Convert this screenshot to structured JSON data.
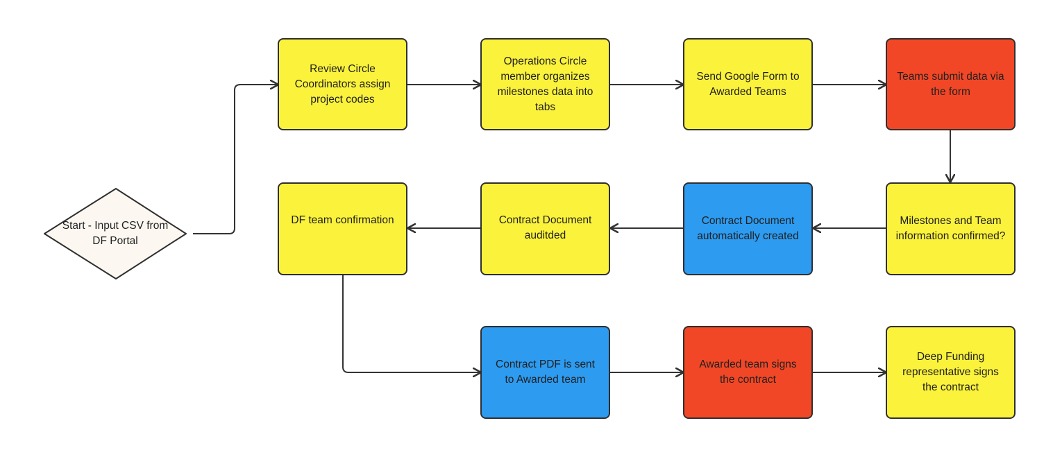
{
  "diagram": {
    "start": {
      "label": "Start - Input CSV from DF Portal",
      "color": "#fcf8f1"
    },
    "nodes": {
      "review_circle": {
        "label": "Review Circle Coordinators assign project codes",
        "color": "#fbf23c"
      },
      "operations_circle": {
        "label": "Operations Circle member organizes milestones data into tabs",
        "color": "#fbf23c"
      },
      "send_google_form": {
        "label": "Send Google Form to Awarded Teams",
        "color": "#fbf23c"
      },
      "teams_submit": {
        "label": "Teams submit data via the form",
        "color": "#f24726"
      },
      "milestones_confirmed": {
        "label": "Milestones and Team information confirmed?",
        "color": "#fbf23c"
      },
      "contract_created": {
        "label": "Contract Document automatically created",
        "color": "#2d9bf0"
      },
      "contract_audited": {
        "label": "Contract Document auditded",
        "color": "#fbf23c"
      },
      "df_confirmation": {
        "label": "DF team confirmation",
        "color": "#fbf23c"
      },
      "pdf_sent": {
        "label": "Contract PDF is sent to Awarded team",
        "color": "#2d9bf0"
      },
      "team_signs": {
        "label": "Awarded team signs the contract",
        "color": "#f24726"
      },
      "df_rep_signs": {
        "label": "Deep Funding representative signs the contract",
        "color": "#fbf23c"
      }
    },
    "edges": [
      {
        "from": "start",
        "to": "review_circle"
      },
      {
        "from": "review_circle",
        "to": "operations_circle"
      },
      {
        "from": "operations_circle",
        "to": "send_google_form"
      },
      {
        "from": "send_google_form",
        "to": "teams_submit"
      },
      {
        "from": "teams_submit",
        "to": "milestones_confirmed"
      },
      {
        "from": "milestones_confirmed",
        "to": "contract_created"
      },
      {
        "from": "contract_created",
        "to": "contract_audited"
      },
      {
        "from": "contract_audited",
        "to": "df_confirmation"
      },
      {
        "from": "df_confirmation",
        "to": "pdf_sent"
      },
      {
        "from": "pdf_sent",
        "to": "team_signs"
      },
      {
        "from": "team_signs",
        "to": "df_rep_signs"
      }
    ],
    "colors": {
      "stroke": "#2f2f2f",
      "arrow": "#333333"
    }
  }
}
